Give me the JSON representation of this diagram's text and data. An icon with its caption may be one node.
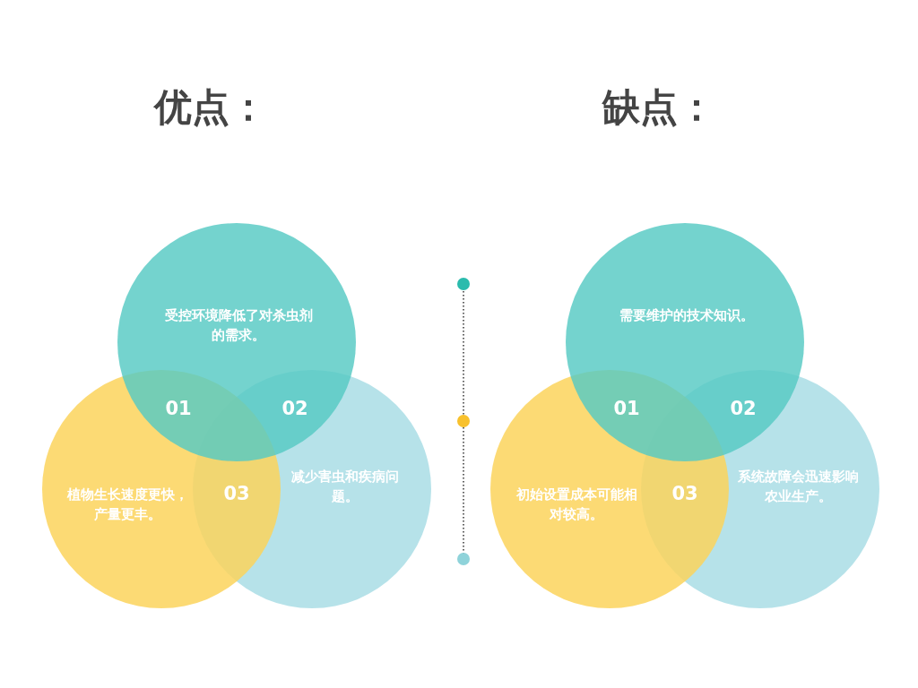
{
  "diagram": {
    "nodes": [
      {
        "text": [
          "受控环境降低了对杀虫剂的需求。"
        ]
      },
      {
        "text": [
          "植物生长速度更快，产量更丰。"
        ]
      },
      {
        "text": [
          "减少害虫和疾病问题。"
        ]
      },
      {
        "text": [
          "需要维护的技术知识。"
        ]
      },
      {
        "text": [
          "初始设置成本可能相对较高。"
        ]
      },
      {
        "text": [
          "系统故障会迅速影响农业生产。"
        ]
      }
    ],
    "labels": [
      "优点：",
      "缺点：",
      "01",
      "02",
      "03",
      "01",
      "02",
      "03"
    ]
  }
}
